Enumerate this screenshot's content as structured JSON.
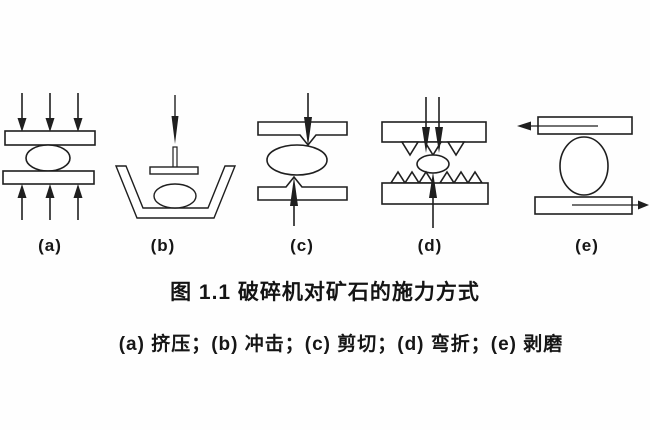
{
  "colors": {
    "ink": "#1f1f1f",
    "background": "#fefefe",
    "plate_fill": "#ffffff"
  },
  "figure": {
    "caption": "图 1.1  破碎机对矿石的施力方式",
    "legend_line": "(a) 挤压；(b) 冲击；(c) 剪切；(d) 弯折；(e) 剥磨",
    "diagrams": [
      {
        "label": "(a)",
        "method": "挤压"
      },
      {
        "label": "(b)",
        "method": "冲击"
      },
      {
        "label": "(c)",
        "method": "剪切"
      },
      {
        "label": "(d)",
        "method": "弯折"
      },
      {
        "label": "(e)",
        "method": "剥磨"
      }
    ]
  }
}
